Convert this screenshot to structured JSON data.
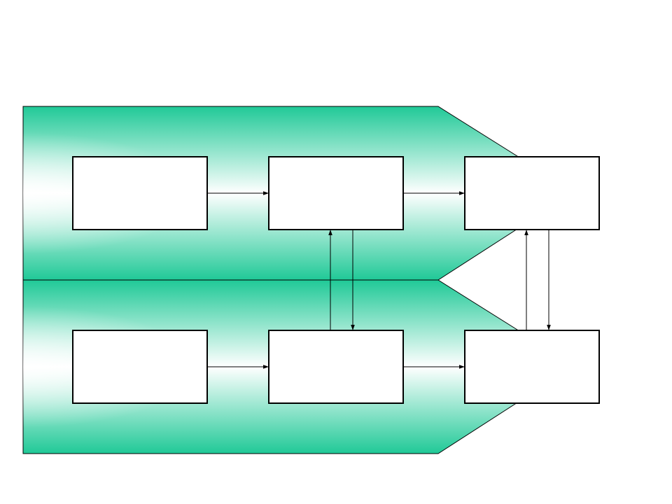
{
  "diagram": {
    "colors": {
      "band_edge": "#20c997",
      "band_center": "#ffffff",
      "box_fill": "#ffffff",
      "stroke": "#000000",
      "background": "#ffffff"
    },
    "bands": [
      {
        "id": "upper-band"
      },
      {
        "id": "lower-band"
      }
    ],
    "boxes": [
      {
        "id": "box-top-left",
        "row": 1,
        "col": 1,
        "label": ""
      },
      {
        "id": "box-top-middle",
        "row": 1,
        "col": 2,
        "label": ""
      },
      {
        "id": "box-top-right",
        "row": 1,
        "col": 3,
        "label": ""
      },
      {
        "id": "box-bottom-left",
        "row": 2,
        "col": 1,
        "label": ""
      },
      {
        "id": "box-bottom-middle",
        "row": 2,
        "col": 2,
        "label": ""
      },
      {
        "id": "box-bottom-right",
        "row": 2,
        "col": 3,
        "label": ""
      }
    ],
    "connections": [
      {
        "from": "box-top-left",
        "to": "box-top-middle"
      },
      {
        "from": "box-top-middle",
        "to": "box-top-right"
      },
      {
        "from": "box-bottom-left",
        "to": "box-bottom-middle"
      },
      {
        "from": "box-bottom-middle",
        "to": "box-bottom-right"
      },
      {
        "from": "box-bottom-middle",
        "to": "box-top-middle"
      },
      {
        "from": "box-top-middle",
        "to": "box-bottom-middle"
      },
      {
        "from": "box-bottom-right",
        "to": "box-top-right"
      },
      {
        "from": "box-top-right",
        "to": "box-bottom-right"
      }
    ]
  }
}
